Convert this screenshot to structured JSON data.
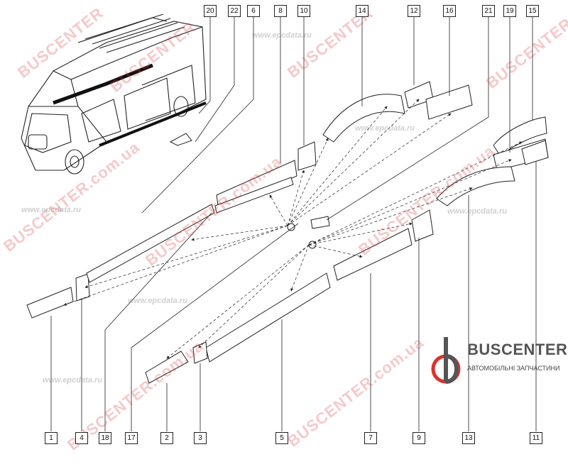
{
  "callouts": {
    "top": [
      "20",
      "22",
      "6",
      "8",
      "10",
      "14",
      "12",
      "16",
      "21",
      "19",
      "15"
    ],
    "bottom": [
      "1",
      "4",
      "18",
      "17",
      "2",
      "3",
      "5",
      "7",
      "9",
      "13",
      "11"
    ]
  },
  "watermarks": {
    "brand": "BUSCENTER",
    "domain_ru": "www.epcdata.ru",
    "domain_ua": "BUSCENTER.com.ua"
  },
  "logo": {
    "title": "BUSCENTER",
    "subtitle": "АВТОМОБІЛЬНІ ЗАПЧАСТИНИ"
  },
  "colors": {
    "line": "#222222",
    "watermark": "#dc3c3c",
    "logo_red": "#d9342b"
  }
}
